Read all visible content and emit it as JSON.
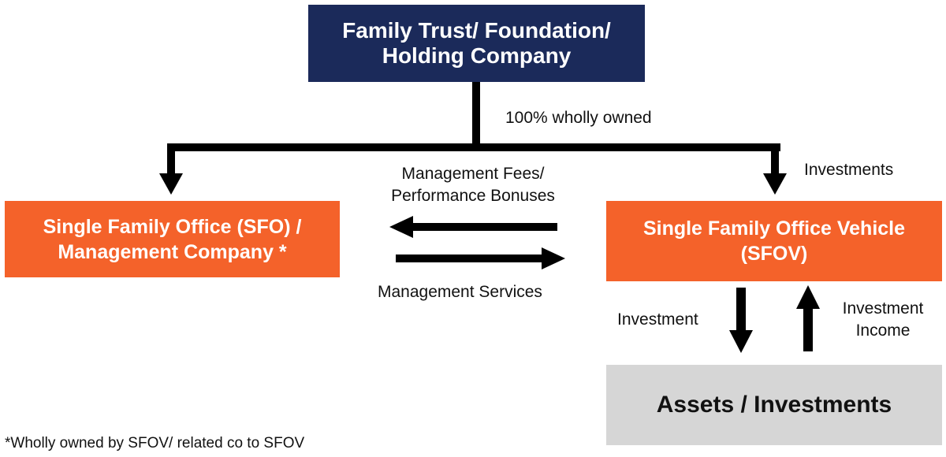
{
  "nodes": {
    "trust": {
      "lines": [
        "Family Trust/ Foundation/",
        "Holding Company"
      ],
      "color": "#1b2a5a"
    },
    "sfo": {
      "lines": [
        "Single Family Office (SFO) /",
        "Management Company *"
      ],
      "color": "#f4622a"
    },
    "sfov": {
      "lines": [
        "Single Family Office Vehicle",
        "(SFOV)"
      ],
      "color": "#f4622a"
    },
    "assets": {
      "lines": [
        "Assets / Investments"
      ],
      "color": "#d6d6d6"
    }
  },
  "edges": {
    "ownership": {
      "label": "100% wholly owned"
    },
    "investments": {
      "label": "Investments"
    },
    "fees": {
      "lines": [
        "Management Fees/",
        "Performance Bonuses"
      ]
    },
    "services": {
      "label": "Management Services"
    },
    "investment_down": {
      "label": "Investment"
    },
    "income_up": {
      "lines": [
        "Investment",
        "Income"
      ]
    }
  },
  "footnote": "*Wholly owned by SFOV/ related co to SFOV"
}
